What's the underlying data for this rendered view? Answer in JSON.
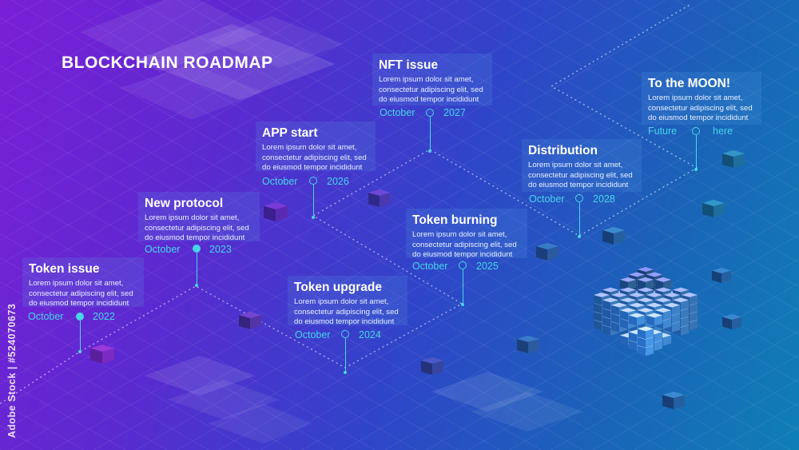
{
  "title": "BLOCKCHAIN ROADMAP",
  "lorem": "Lorem ipsum dolor sit amet, consectetur adipiscing elit, sed do eiusmod tempor incididunt",
  "milestones": [
    {
      "title": "Token issue",
      "month": "October",
      "year": "2022"
    },
    {
      "title": "New protocol",
      "month": "October",
      "year": "2023"
    },
    {
      "title": "Token upgrade",
      "month": "October",
      "year": "2024"
    },
    {
      "title": "Token burning",
      "month": "October",
      "year": "2025"
    },
    {
      "title": "APP start",
      "month": "October",
      "year": "2026"
    },
    {
      "title": "NFT issue",
      "month": "October",
      "year": "2027"
    },
    {
      "title": "Distribution",
      "month": "October",
      "year": "2028"
    },
    {
      "title": "To the MOON!",
      "month": "Future",
      "year": "here"
    }
  ],
  "watermark": "Adobe Stock | #524070673",
  "colors": {
    "accent": "#46d6e6",
    "card": "#5aa0e6",
    "cube_light": "#bfe6ff",
    "cube_mid": "#4aa6e8",
    "cube_dark": "#1c5fa8"
  }
}
